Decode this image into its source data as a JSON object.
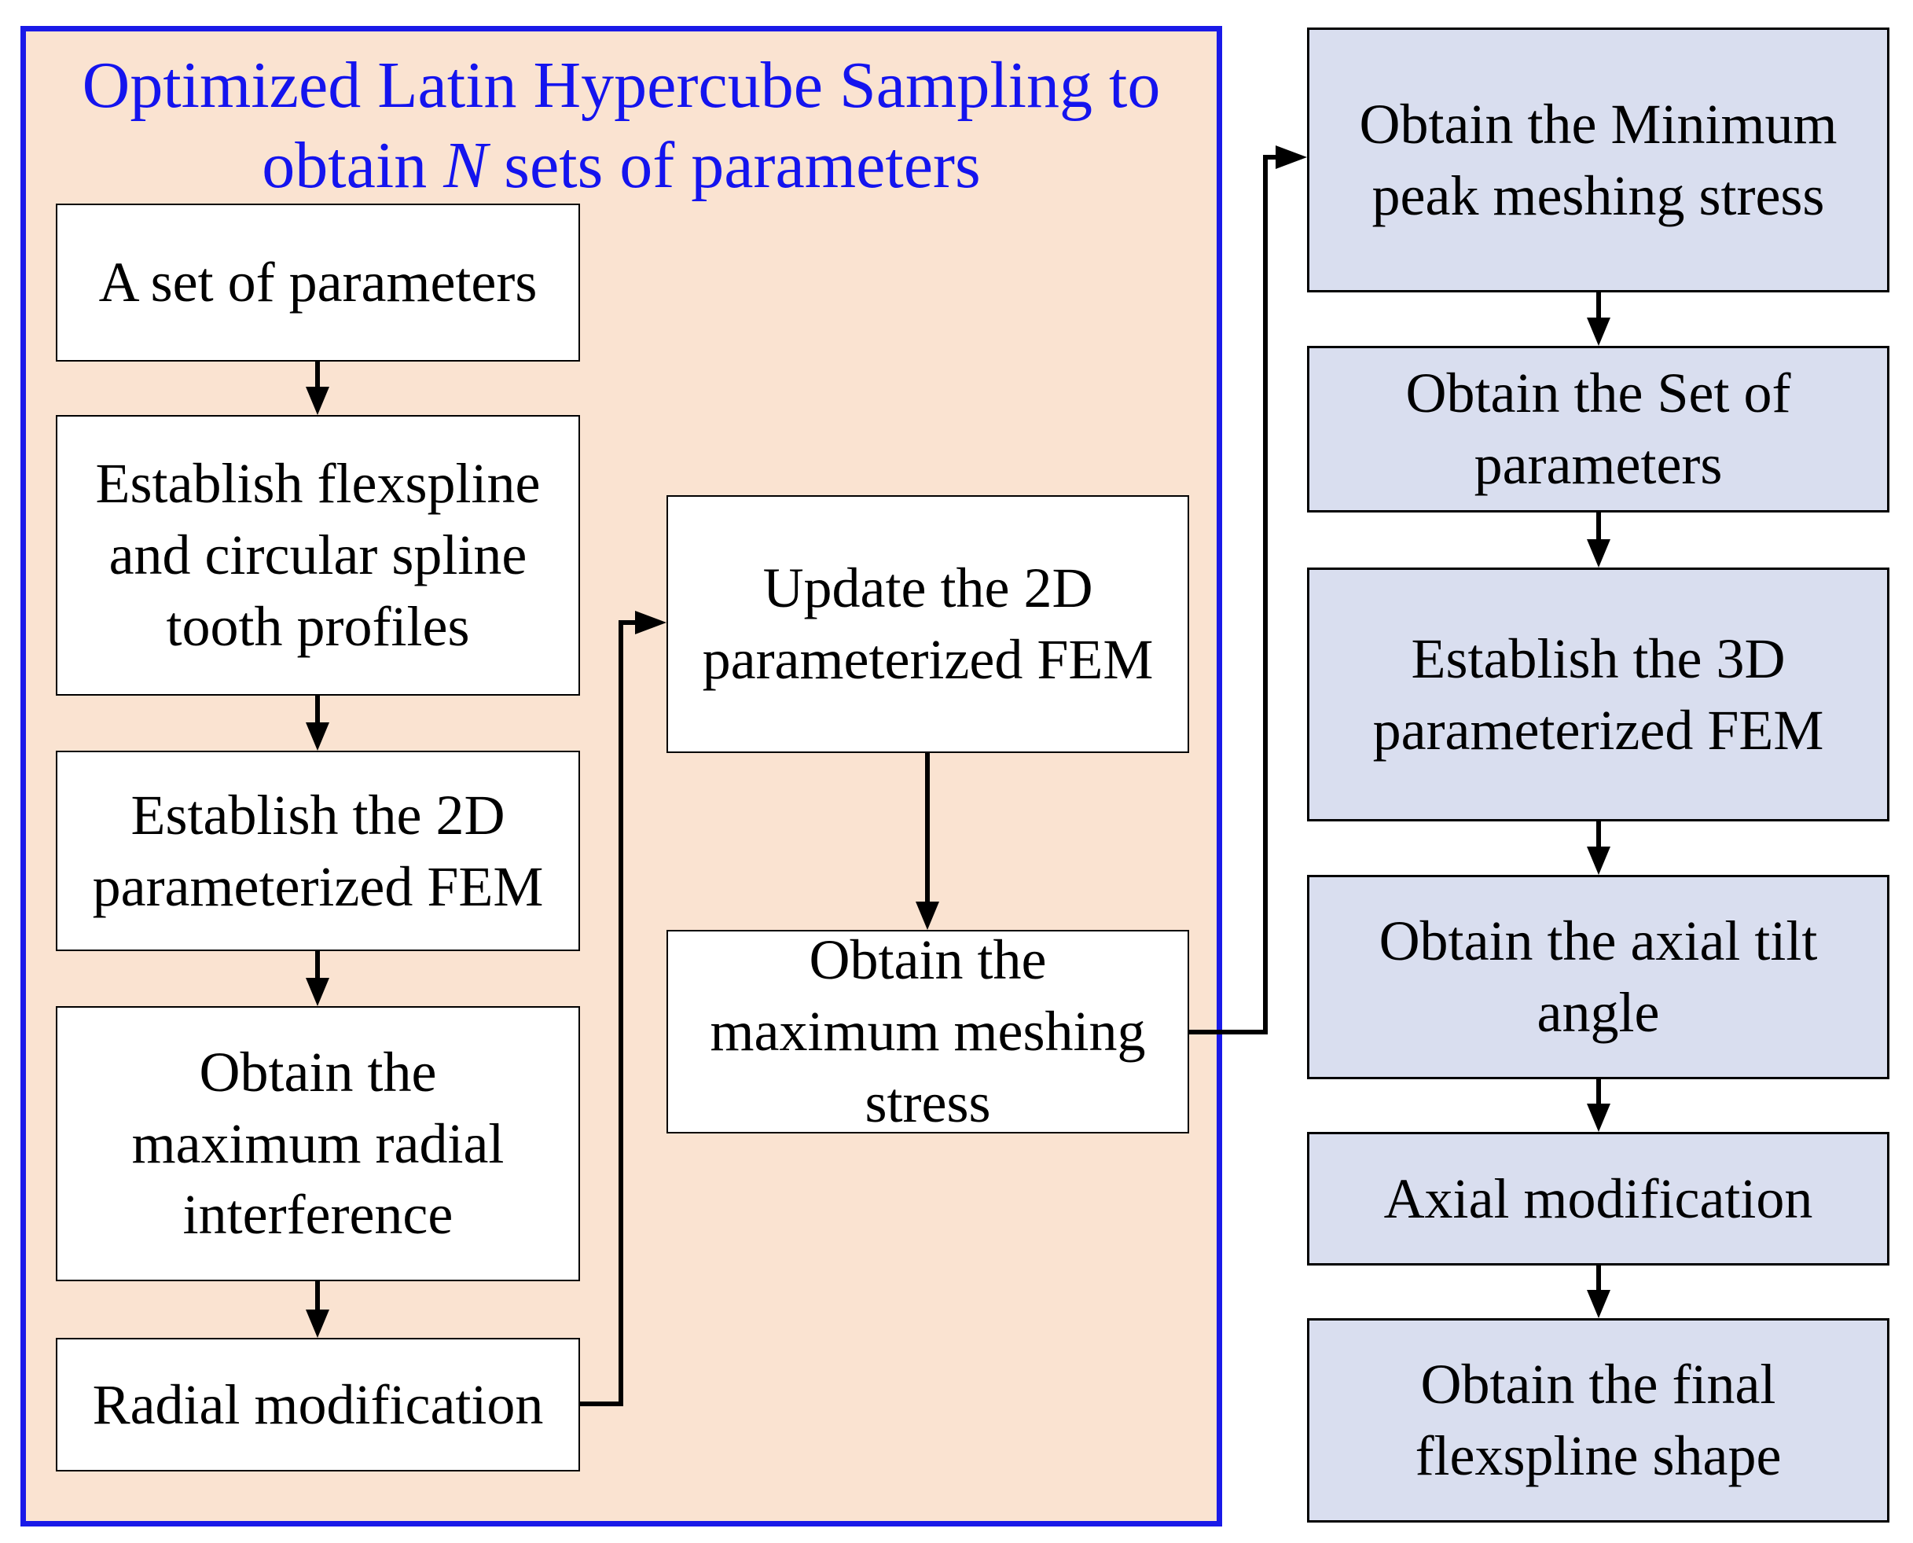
{
  "figure": {
    "type": "flowchart",
    "description": "Optimization flow for harmonic drive flexspline tooth modification"
  },
  "colors": {
    "container_fill": "#FAE3D1",
    "container_border": "#1A1AE8",
    "title_text": "#1414EE",
    "white_box_fill": "#FFFFFF",
    "lavender_box_fill": "#D9DEEF",
    "box_border": "#000000",
    "line_color": "#000000",
    "text_color": "#000000"
  },
  "container_title": {
    "line1": "Optimized Latin Hypercube Sampling to",
    "line2_pre": "obtain ",
    "line2_italic": "N",
    "line2_post": " sets of parameters"
  },
  "left_column": [
    {
      "lines": [
        "A set of parameters"
      ]
    },
    {
      "lines": [
        "Establish flexspline",
        "and circular spline",
        "tooth profiles"
      ]
    },
    {
      "lines": [
        "Establish the 2D",
        "parameterized FEM"
      ]
    },
    {
      "lines": [
        "Obtain the",
        "maximum radial",
        "interference"
      ]
    },
    {
      "lines": [
        "Radial modification"
      ]
    }
  ],
  "middle_column": [
    {
      "lines": [
        "Update the 2D",
        "parameterized FEM"
      ]
    },
    {
      "lines": [
        "Obtain the",
        "maximum meshing",
        "stress"
      ]
    }
  ],
  "right_column": [
    {
      "lines": [
        "Obtain the Minimum",
        "peak meshing stress"
      ]
    },
    {
      "lines": [
        "Obtain the Set of",
        "parameters"
      ]
    },
    {
      "lines": [
        "Establish the 3D",
        "parameterized FEM"
      ]
    },
    {
      "lines": [
        "Obtain the axial tilt",
        "angle"
      ]
    },
    {
      "lines": [
        "Axial modification"
      ]
    },
    {
      "lines": [
        "Obtain the final",
        "flexspline shape"
      ]
    }
  ]
}
